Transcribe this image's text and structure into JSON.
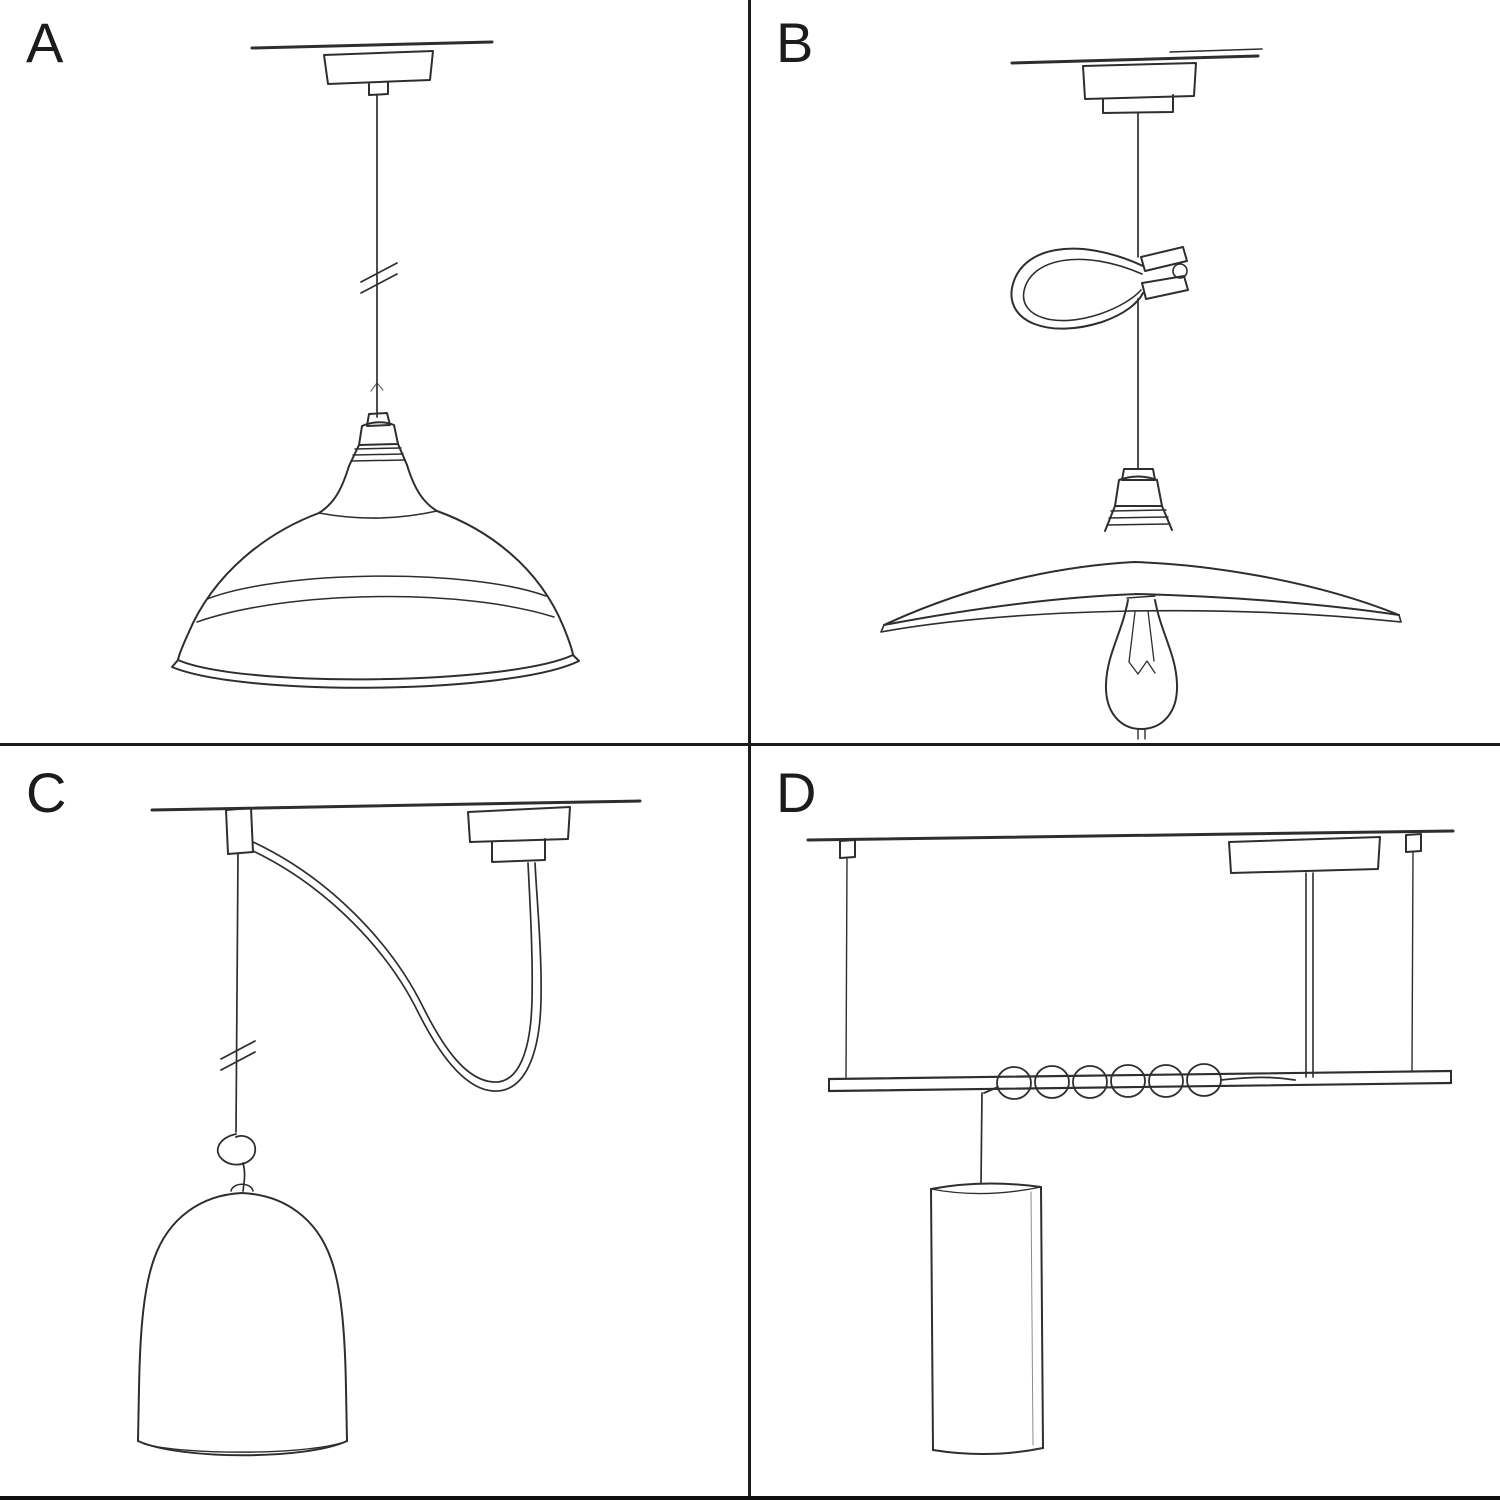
{
  "panels": [
    {
      "label": "A"
    },
    {
      "label": "B"
    },
    {
      "label": "C"
    },
    {
      "label": "D"
    }
  ],
  "colors": {
    "ink": "#2e2e2e",
    "background": "#ffffff",
    "divider": "#1b1b1b"
  }
}
